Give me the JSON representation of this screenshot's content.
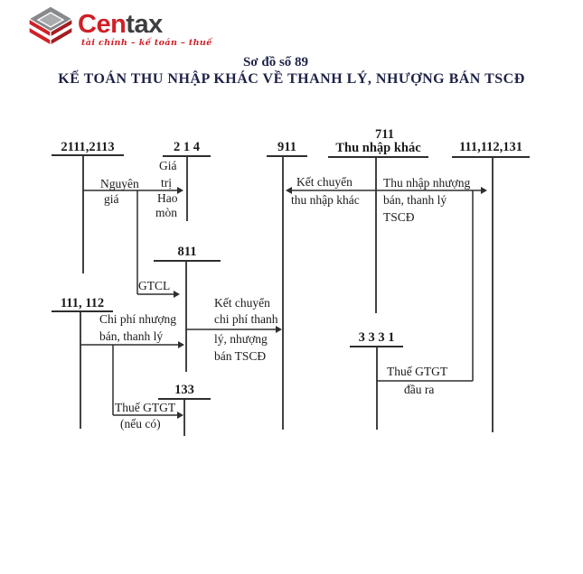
{
  "logo": {
    "brand": {
      "part1": "Cen",
      "part2": "tax"
    },
    "tagline": "tài chính – kế toán – thuế",
    "icon": "layered-cube-logo",
    "colors": {
      "red": "#cf2128",
      "dark_gray": "#3e3e41",
      "gray": "#87898c"
    }
  },
  "header": {
    "scheme_no": "Sơ đồ số 89",
    "title": "KẾ TOÁN THU NHẬP KHÁC VỀ THANH LÝ, NHƯỢNG BÁN TSCĐ",
    "color": "#1e2247"
  },
  "diagram": {
    "line_color": "#2e2e30",
    "text_color": "#1b1b1d",
    "accounts": {
      "a2111_2113": {
        "number": "2111,2113"
      },
      "a214": {
        "number": "2 1 4"
      },
      "a911": {
        "number": "911"
      },
      "a711": {
        "number": "711",
        "name": "Thu nhập khác"
      },
      "a111_112_131": {
        "number": "111,112,131"
      },
      "a811": {
        "number": "811"
      },
      "a111_112": {
        "number": "111, 112"
      },
      "a133": {
        "number": "133"
      },
      "a3331": {
        "number": "3 3 3 1"
      }
    },
    "flows": {
      "nguyen_gia": {
        "l1": "Nguyên",
        "l2": "giá"
      },
      "gia_tri_hao_mon": {
        "w1": "Giá",
        "w2": "trị",
        "w3": "Hao",
        "w4": "mòn"
      },
      "gtcl": {
        "l1": "GTCL"
      },
      "chi_phi_nhuong_ban": {
        "l1": "Chi phí nhượng",
        "l2": "bán, thanh lý"
      },
      "thue_gtgt_neu_co": {
        "l1": "Thuế GTGT",
        "l2": "(nếu có)"
      },
      "ket_chuyen_chi_phi": {
        "l1": "Kết chuyển",
        "l2": "chi phí thanh",
        "l3": "lý, nhượng",
        "l4": "bán TSCĐ"
      },
      "ket_chuyen_thu_nhap": {
        "l1": "Kết chuyển",
        "l2": "thu nhập khác"
      },
      "thu_nhap_nhuong_ban": {
        "l1": "Thu nhập nhượng",
        "l2": "bán, thanh lý",
        "l3": "TSCĐ"
      },
      "thue_gtgt_dau_ra": {
        "l1": "Thuế GTGT",
        "l2": "đầu ra"
      }
    }
  }
}
